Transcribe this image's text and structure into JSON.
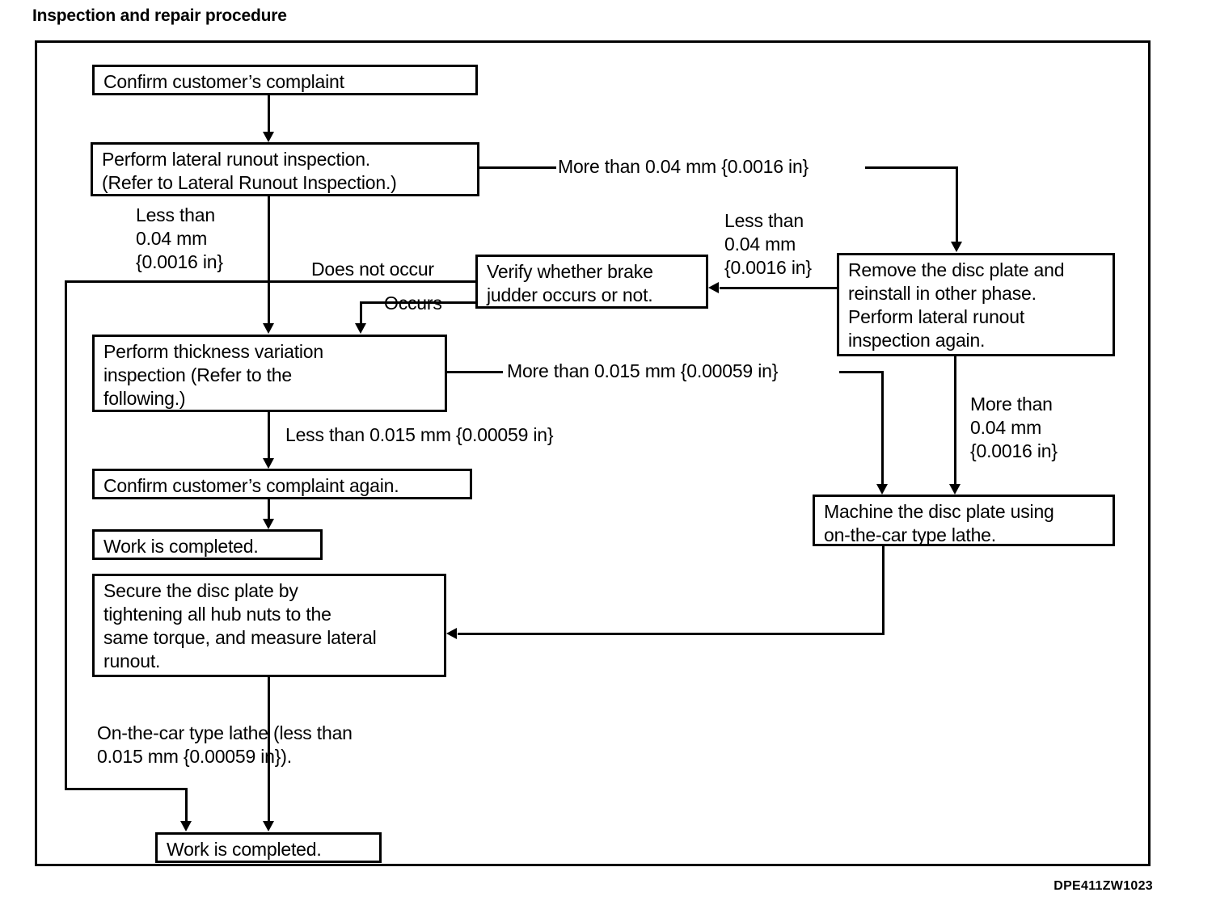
{
  "document": {
    "heading": "Inspection and repair procedure",
    "figure_code": "DPE411ZW1023"
  },
  "chart_data": {
    "type": "diagram",
    "title": "Inspection and repair procedure",
    "nodes": [
      {
        "id": "confirm-complaint",
        "label": "Confirm customer’s complaint"
      },
      {
        "id": "lateral-runout",
        "label": "Perform lateral runout inspection.\n(Refer to Lateral Runout Inspection.)"
      },
      {
        "id": "verify-judder",
        "label": "Verify whether brake\njudder occurs or not."
      },
      {
        "id": "remove-disc-plate",
        "label": "Remove the disc plate and\nreinstall in other phase.\nPerform lateral runout\ninspection again."
      },
      {
        "id": "thickness-variation",
        "label": "Perform thickness variation\ninspection (Refer to the\nfollowing.)"
      },
      {
        "id": "confirm-complaint-again",
        "label": "Confirm customer’s complaint again."
      },
      {
        "id": "work-completed-upper",
        "label": "Work is completed."
      },
      {
        "id": "machine-disc-plate",
        "label": "Machine the disc plate using\non-the-car type lathe."
      },
      {
        "id": "secure-disc-plate",
        "label": "Secure the disc plate by\ntightening all hub nuts to the\nsame torque, and measure lateral\nrunout."
      },
      {
        "id": "work-completed-lower",
        "label": "Work is completed."
      }
    ],
    "edge_labels": [
      {
        "id": "more-004-top",
        "text": "More than 0.04 mm {0.0016 in}",
        "from": "lateral-runout",
        "to": "remove-disc-plate"
      },
      {
        "id": "less-004-left",
        "text": "Less than\n0.04 mm\n{0.0016 in}",
        "from": "lateral-runout",
        "to": "thickness-variation"
      },
      {
        "id": "less-004-right",
        "text": "Less than\n0.04 mm\n{0.0016 in}",
        "from": "remove-disc-plate",
        "to": "verify-judder"
      },
      {
        "id": "does-not-occur",
        "text": "Does not occur",
        "from": "verify-judder",
        "to": "work-completed-lower"
      },
      {
        "id": "occurs",
        "text": "Occurs",
        "from": "verify-judder",
        "to": "thickness-variation"
      },
      {
        "id": "more-0015",
        "text": "More than 0.015 mm {0.00059 in}",
        "from": "thickness-variation",
        "to": "machine-disc-plate"
      },
      {
        "id": "less-0015",
        "text": "Less than 0.015 mm {0.00059 in}",
        "from": "thickness-variation",
        "to": "confirm-complaint-again"
      },
      {
        "id": "more-004-right",
        "text": "More than\n0.04 mm\n{0.0016 in}",
        "from": "remove-disc-plate",
        "to": "machine-disc-plate"
      },
      {
        "id": "lathe-note",
        "text": "On-the-car type lathe (less than\n0.015 mm {0.00059 in}).",
        "from": "secure-disc-plate",
        "to": "work-completed-lower"
      }
    ]
  }
}
